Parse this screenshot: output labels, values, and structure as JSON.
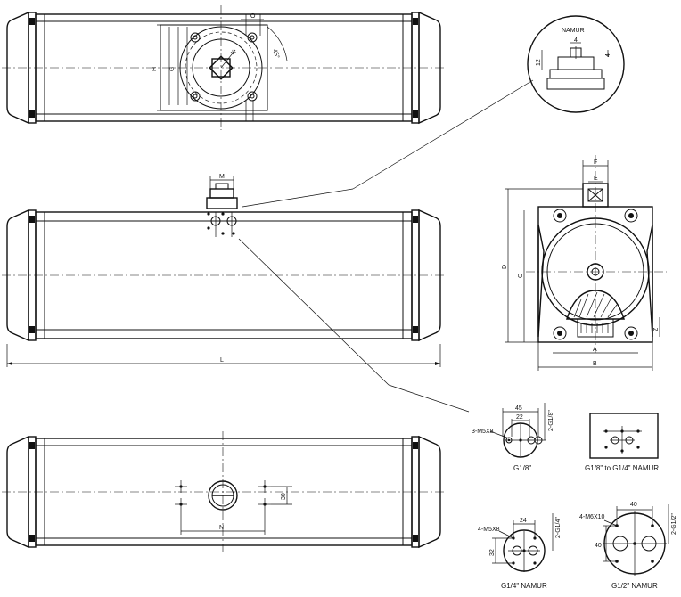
{
  "top_view": {
    "dims": {
      "o": "O",
      "h": "H",
      "g": "G",
      "k": "K",
      "angle": "45°"
    }
  },
  "namur_detail": {
    "title": "NAMUR",
    "dims": {
      "slot_width": "4",
      "height": "12",
      "depth": "4"
    }
  },
  "side_view": {
    "dims": {
      "m": "M",
      "l": "L"
    }
  },
  "end_view": {
    "dims": {
      "f": "F",
      "e": "E",
      "d": "D",
      "c": "C",
      "a": "A",
      "b": "B",
      "z": "Z"
    }
  },
  "bottom_view": {
    "dims": {
      "n": "N",
      "thirty": "30"
    }
  },
  "port_g18": {
    "caption": "G1/8\"",
    "dims": {
      "w45": "45",
      "w22": "22",
      "thread": "3-M5X8",
      "port": "2-G1/8\""
    }
  },
  "port_g18_g14": {
    "caption": "G1/8\" to G1/4\" NAMUR"
  },
  "port_g14": {
    "caption": "G1/4\" NAMUR",
    "dims": {
      "w24": "24",
      "h32": "32",
      "thread": "4-M5X8",
      "port": "2-G1/4\""
    }
  },
  "port_g12": {
    "caption": "G1/2\" NAMUR",
    "dims": {
      "w40": "40",
      "h40": "40",
      "thread": "4-M6X10",
      "port": "2-G1/2\""
    }
  }
}
